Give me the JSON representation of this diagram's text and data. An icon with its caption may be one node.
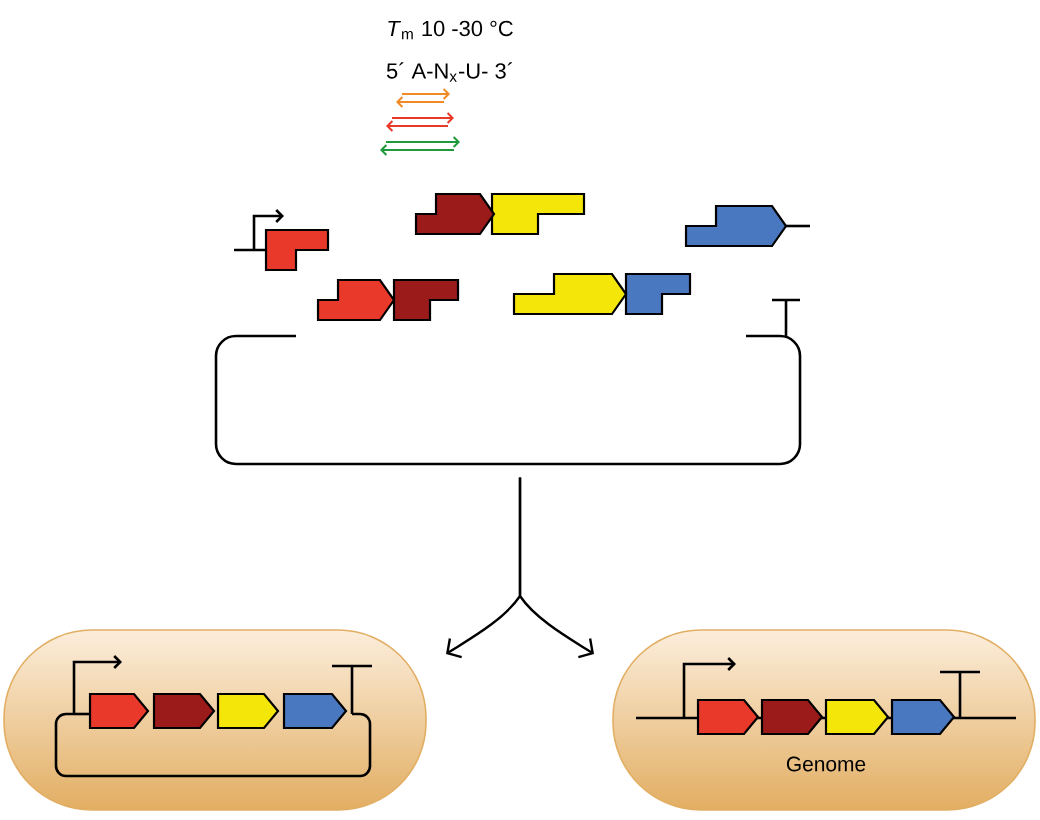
{
  "diagram": {
    "nodes": [
      {
        "text": [],
        "shape": "picture"
      },
      {
        "text": [],
        "shape": "capsule"
      },
      {
        "text": [
          "Genome"
        ]
      }
    ],
    "edges": [
      {
        "from": 0,
        "to": 1,
        "arrow": "to"
      },
      {
        "from": 0,
        "to": 2,
        "arrow": "to"
      }
    ],
    "labels": [
      "*T*$_{m}$ 10 -30 °C",
      "5´ A-N$_{x}$-U- 3´"
    ]
  }
}
